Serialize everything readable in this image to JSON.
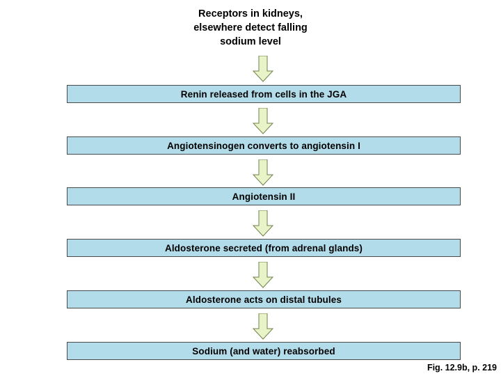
{
  "diagram": {
    "title": "Receptors in kidneys,\nelsewhere detect falling\nsodium level",
    "steps": [
      {
        "label": "Renin released from cells in the JGA"
      },
      {
        "label": "Angiotensinogen converts to angiotensin I"
      },
      {
        "label": "Angiotensin II"
      },
      {
        "label": "Aldosterone secreted (from adrenal glands)"
      },
      {
        "label": "Aldosterone acts on distal tubules"
      },
      {
        "label": "Sodium (and water) reabsorbed"
      }
    ],
    "arrows": [
      {
        "name": "arrow-title-to-step1"
      },
      {
        "name": "arrow-step1-to-step2"
      },
      {
        "name": "arrow-step2-to-step3"
      },
      {
        "name": "arrow-step3-to-step4"
      },
      {
        "name": "arrow-step4-to-step5"
      },
      {
        "name": "arrow-step5-to-step6"
      }
    ],
    "caption": "Fig. 12.9b, p. 219",
    "colors": {
      "box_fill": "#b3dcea",
      "box_border": "#4a4a4a",
      "arrow_fill": "#e8f4c8",
      "arrow_stroke": "#6f7f4a",
      "text": "#000000",
      "background": "#ffffff"
    }
  }
}
